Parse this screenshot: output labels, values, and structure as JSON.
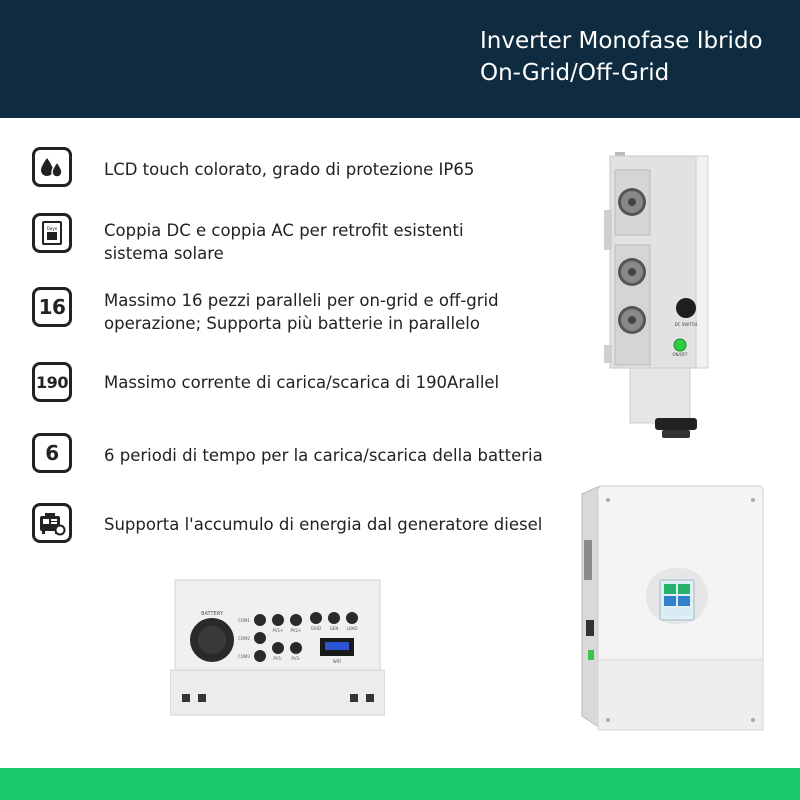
{
  "header": {
    "title_line1": "Inverter Monofase Ibrido",
    "title_line2": "On-Grid/Off-Grid"
  },
  "features": [
    {
      "icon": "water-drops-icon",
      "text": "LCD touch colorato, grado di protezione IP65"
    },
    {
      "icon": "switch-panel-icon",
      "line1": "Coppia DC e coppia AC per retrofit esistenti",
      "line2": "sistema solare"
    },
    {
      "icon_text": "16",
      "line1": "Massimo 16 pezzi paralleli per on-grid e off-grid",
      "line2": "operazione; Supporta più batterie in parallelo"
    },
    {
      "icon_text": "190",
      "text": "Massimo corrente di carica/scarica di 190Arallel"
    },
    {
      "icon_text": "6",
      "text": "6 periodi di tempo per la carica/scarica della batteria"
    },
    {
      "icon": "diesel-generator-icon",
      "text": "Supporta l'accumulo di energia dal generatore diesel"
    }
  ],
  "images": {
    "side_view": "inverter-side-view",
    "front_view": "inverter-front-view",
    "bottom_view": "inverter-bottom-view"
  },
  "bottom_labels": {
    "battery": "BATTERY",
    "com1": "COM1",
    "com2": "COM2",
    "com3": "COM3",
    "pv1_plus": "PV1+",
    "pv2_plus": "PV2+",
    "pv1_minus": "PV1-",
    "pv2_minus": "PV2-",
    "grid": "GRID",
    "gen": "GEN",
    "load": "LOAD",
    "wifi": "WIFI"
  },
  "side_labels": {
    "onoff": "ON/OFF",
    "dc_switch": "DC SWITCH"
  },
  "colors": {
    "header": "#0e2b40",
    "footer": "#1ac96b",
    "text": "#222222"
  }
}
